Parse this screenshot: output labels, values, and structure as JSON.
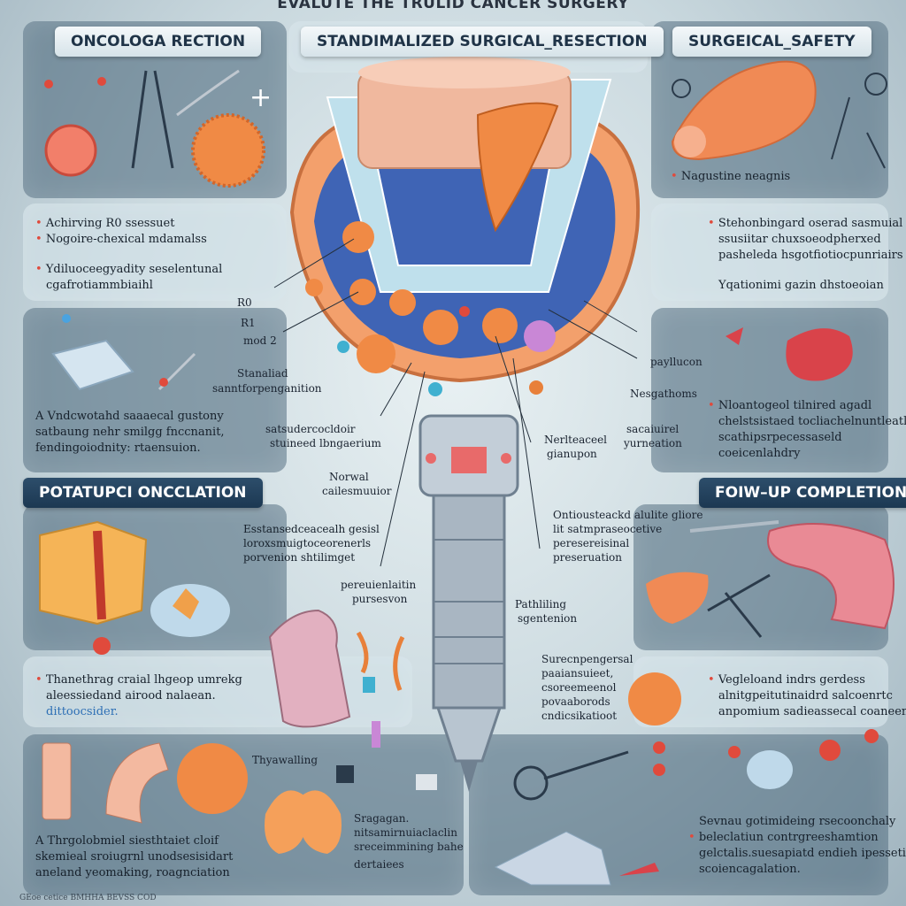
{
  "title": "EVALUTE THE TRULID CANCER SURGERY",
  "sections": {
    "oncology": {
      "header": "ONCOLOGA RECTION",
      "notes": [
        "Achirving R0 ssessuet",
        "Nogoire-chexical mdamalss",
        "Ydiluoceegyadity seselentunal",
        "cgafrotiammbiaihl"
      ]
    },
    "standardized": {
      "header": "STANDIMALIZED SURGICAL_RESECTION"
    },
    "safety": {
      "header": "SURGEICAL_SAFETY",
      "caption": "Nagustine neagnis",
      "notes": [
        "Stehonbingard oserad sasmuial",
        "ssusiitar chuxsoeodpherxed",
        "pasheleda hsgotfiotiocpunriairs",
        "Yqationimi gazin dhstoeoian"
      ]
    },
    "middle_left": {
      "notes": [
        "A Vndcwotahd saaaecal gustony",
        "satbaung nehr smilgg fnccnanit,",
        "fendingoiodnity: rtaensuion."
      ]
    },
    "middle_right": {
      "notes": [
        "Nloantogeol tilnired agadl",
        "chelstsistaed tocliachelnuntleatl,",
        "scathipsrpecessaseld",
        "coeicenlahdry"
      ]
    },
    "postop": {
      "header": "POTATUPCI ONCCLATION",
      "notes": [
        "Esstansedceacealh gesisl",
        "loroxsmuigtoceorenerls",
        "porvenion shtilimget"
      ],
      "bottom_notes": [
        "Thanethrag craial lhgeop umrekg",
        "aleessiedand airood nalaean.",
        "dittoocsider."
      ]
    },
    "followup": {
      "header": "FOIW–UP COMPLETION",
      "notes": [
        "Vegleloand indrs gerdess",
        "alnitgpeitutinaidrd salcoenrtc",
        "anpomium sadieassecal coaneentione"
      ]
    },
    "bottom_left": {
      "notes": [
        "A Thrgolobmiel siesthtaiet cloif",
        "skemieal sroiugrnl unodsesisidart",
        "aneland yeomaking, roagnciation"
      ],
      "center_label": "Thyawalling",
      "center_notes": [
        "Sragagan.",
        "nitsamirnuiaclaclin",
        "sreceimmining bahe",
        "dertaiees"
      ]
    },
    "bottom_right": {
      "notes": [
        "Sevnau gotimideing rsecoonchaly",
        "beleclatiun contrgreeshamtion",
        "gelctalis.suesapiatd endieh ipessetior",
        "scoiencagalation."
      ]
    },
    "diagram_labels": {
      "r0": "R0",
      "r1": "R1",
      "mod2": "mod 2",
      "standard": "Stanaliad",
      "standard2": "sanntforpenganition",
      "structured": "satsudercocldoir",
      "structured2": "stuineed lbngaerium",
      "normal": "Norwal",
      "normal2": "cailesmuuior",
      "preservation": "pereuienlaitin",
      "preservation2": "pursesvon",
      "pathyl": "payllucon",
      "nesg": "Nesgathoms",
      "neural": "Nerlteaceel",
      "neural2": "gianupon",
      "sacaul": "sacaiuirel",
      "sacaul2": "yurneation",
      "parathyr": "Pathliling",
      "parathyr2": "sgentenion",
      "cont": "Ontiousteackd alulite gliore",
      "cont2": "lit satmpraseocetive",
      "cont3": "peresereisinal",
      "cont4": "preseruation",
      "surc": "Surecnpengersal",
      "surc2": "paaiansuieet,",
      "surc3": "csoreemeenol",
      "surc4": "povaaborods",
      "surc5": "cndicsikatioot"
    },
    "footer": "GEoe cetice BMHHA BEVSS COD"
  },
  "colors": {
    "accent_red": "#e04a3c",
    "panel_blue": "#466276",
    "header_bg": "#e3edf1"
  }
}
